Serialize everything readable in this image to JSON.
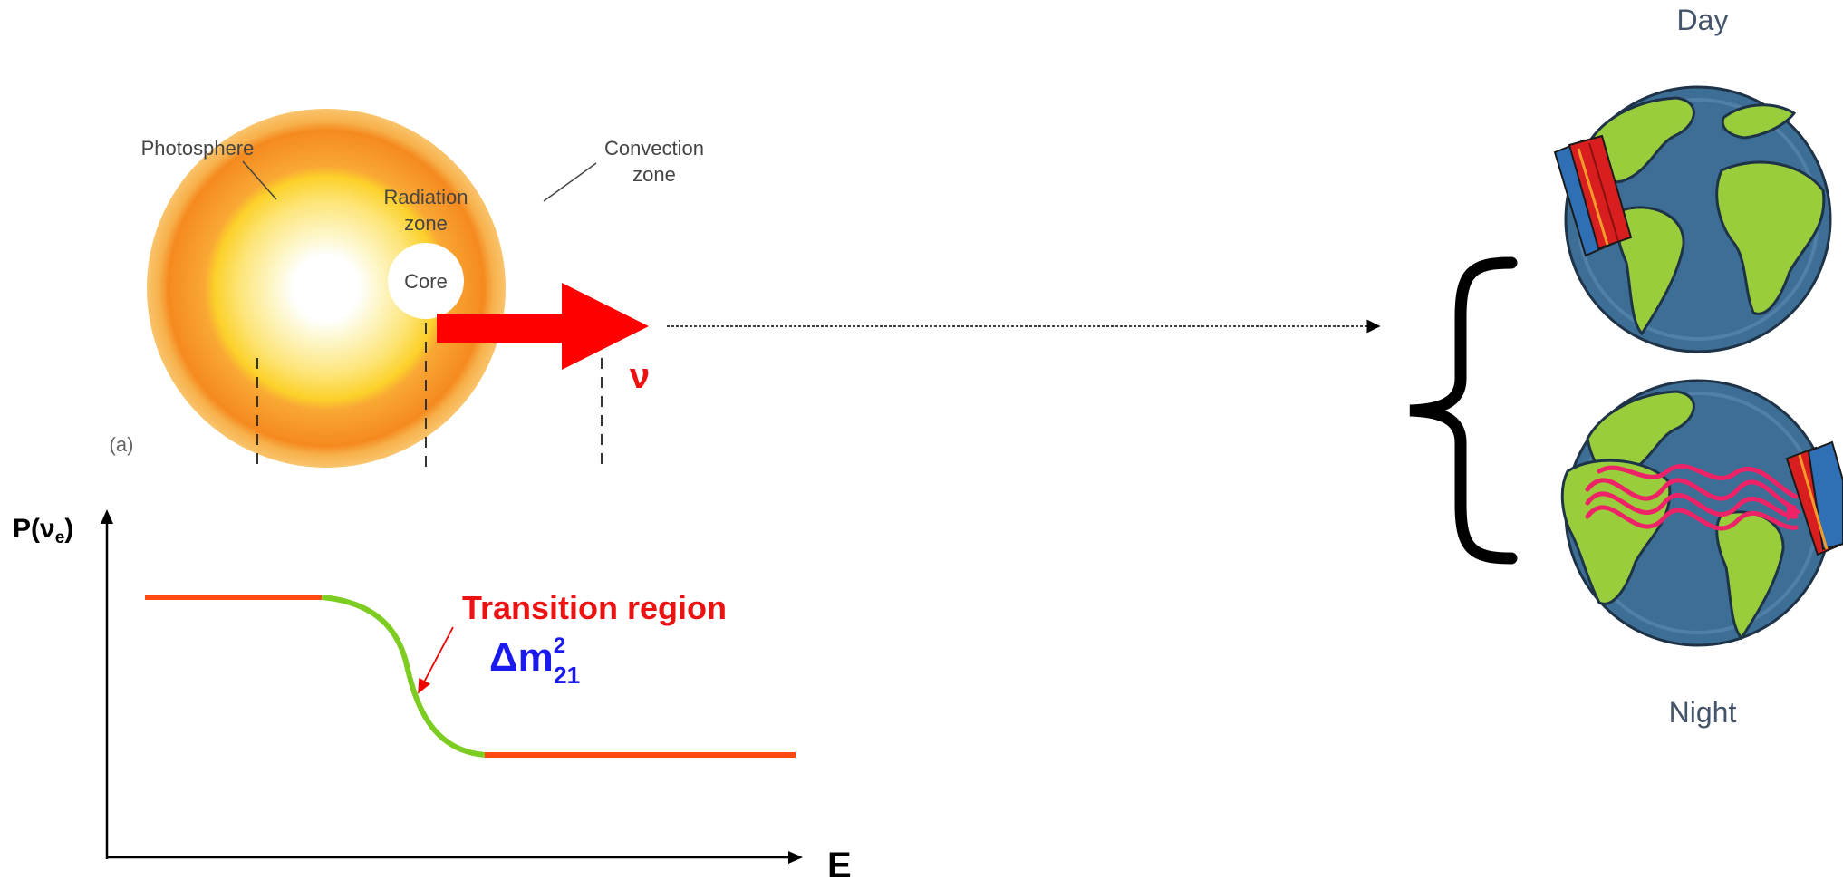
{
  "sun": {
    "photosphere_label": "Photosphere",
    "convection_label_line1": "Convection",
    "convection_label_line2": "zone",
    "radiation_label_line1": "Radiation",
    "radiation_label_line2": "zone",
    "core_label": "Core",
    "panel_label": "(a)",
    "neutrino_symbol": "ν"
  },
  "plot": {
    "y_axis_label": "P(ν",
    "y_axis_label_sub": "e",
    "y_axis_label_close": ")",
    "x_axis_label": "E",
    "annotation": "Transition region",
    "param_base": "Δm",
    "param_sup": "2",
    "param_sub": "21"
  },
  "earth": {
    "day_label": "Day",
    "night_label": "Night"
  },
  "colors": {
    "neutrino_arrow": "#ff0000",
    "annotation_text": "#ee1111",
    "param_text": "#1a1aee",
    "flat_curve": "#ff4a14",
    "transition_curve": "#7dcc22",
    "earth_label": "#44546a",
    "ocean": "#3d6e96",
    "land": "#9acd3c",
    "sun_outer": "#f7b04a",
    "sun_mid": "#f58a1f",
    "sun_inner": "#fcd12a"
  }
}
